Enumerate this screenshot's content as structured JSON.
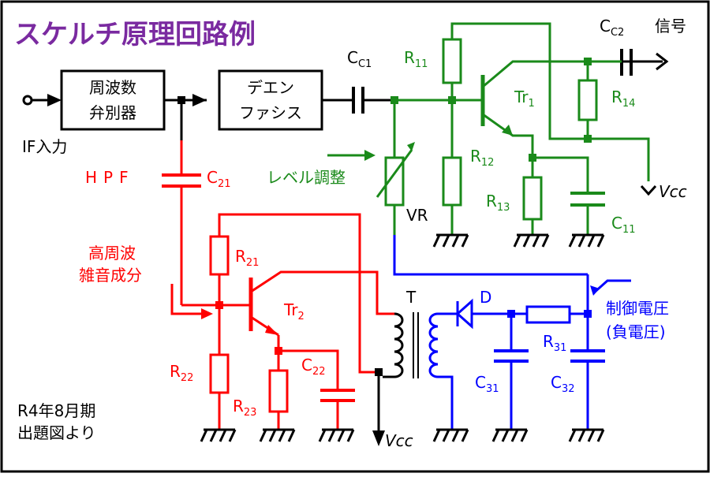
{
  "title": "スケルチ原理回路例",
  "source_note": [
    "R4年8月期",
    "出題図より"
  ],
  "colors": {
    "black": "#000000",
    "green": "#1a8a1a",
    "red": "#ff0000",
    "blue": "#0000ff",
    "title": "#7a2aa0"
  },
  "blocks": {
    "discriminator": [
      "周波数",
      "弁別器"
    ],
    "deemphasis": [
      "デエン",
      "ファシス"
    ]
  },
  "labels": {
    "if_input": "IF入力",
    "signal": "信号",
    "hpf": "HPF",
    "hf_noise": [
      "高周波",
      "雑音成分"
    ],
    "level_adjust": "レベル調整",
    "control_voltage": [
      "制御電圧",
      "(負電圧)"
    ],
    "vcc": "Vcc",
    "transformer": "T",
    "diode": "D",
    "vr": "VR"
  },
  "components": {
    "cc1": {
      "main": "C",
      "sub": "C1"
    },
    "cc2": {
      "main": "C",
      "sub": "C2"
    },
    "r11": {
      "main": "R",
      "sub": "11"
    },
    "r12": {
      "main": "R",
      "sub": "12"
    },
    "r13": {
      "main": "R",
      "sub": "13"
    },
    "r14": {
      "main": "R",
      "sub": "14"
    },
    "c11": {
      "main": "C",
      "sub": "11"
    },
    "tr1": {
      "main": "Tr",
      "sub": "1"
    },
    "c21": {
      "main": "C",
      "sub": "21"
    },
    "r21": {
      "main": "R",
      "sub": "21"
    },
    "r22": {
      "main": "R",
      "sub": "22"
    },
    "r23": {
      "main": "R",
      "sub": "23"
    },
    "c22": {
      "main": "C",
      "sub": "22"
    },
    "tr2": {
      "main": "Tr",
      "sub": "2"
    },
    "r31": {
      "main": "R",
      "sub": "31"
    },
    "c31": {
      "main": "C",
      "sub": "31"
    },
    "c32": {
      "main": "C",
      "sub": "32"
    }
  }
}
